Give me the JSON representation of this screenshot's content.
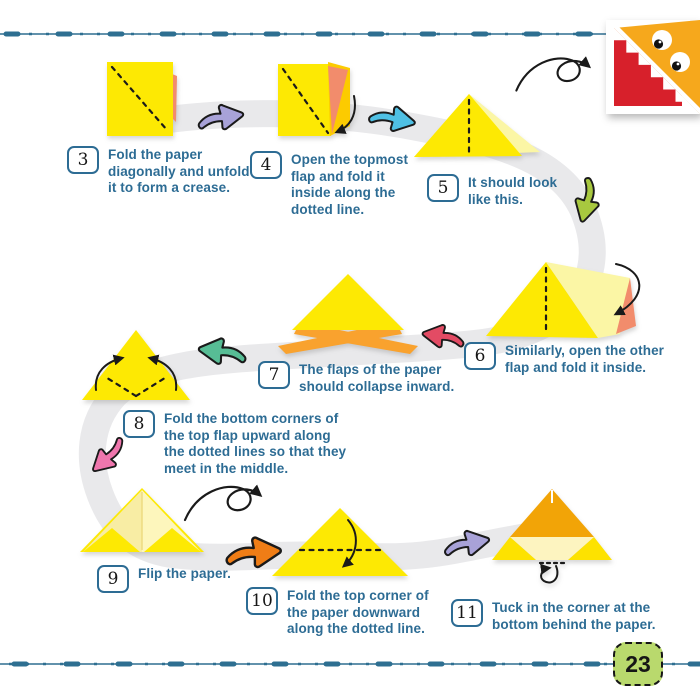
{
  "page": {
    "number": "23",
    "colors": {
      "text_blue": "#2d6c94",
      "stitch_teal": "#2e6f91",
      "paper_yellow": "#fde903",
      "paper_pale_yellow": "#fbf6a5",
      "paper_deep_yellow": "#fccb00",
      "paper_salmon": "#f28c6c",
      "paper_orange": "#f9a22e",
      "paper_gold": "#f2a407",
      "path_gray": "#e9e9eb",
      "page_badge_green": "#b9d96d",
      "monster_red": "#d7202b",
      "monster_orange": "#f6a81c"
    }
  },
  "arrows": {
    "a34": {
      "icon": "arrow-right-icon",
      "color": "#a8a2d8"
    },
    "a45": {
      "icon": "arrow-right-icon",
      "color": "#4fc0e4"
    },
    "loop_top": {
      "icon": "flip-loop-arrow-icon",
      "color": "#1a1a1a"
    },
    "a56": {
      "icon": "arrow-down-icon",
      "color": "#a8c83f"
    },
    "a67": {
      "icon": "arrow-left-icon",
      "color": "#e34b64"
    },
    "a78": {
      "icon": "arrow-left-icon",
      "color": "#57bd95"
    },
    "a89": {
      "icon": "arrow-down-left-icon",
      "color": "#ef76ad"
    },
    "loop_9": {
      "icon": "flip-loop-arrow-icon",
      "color": "#1a1a1a"
    },
    "a910": {
      "icon": "arrow-right-icon",
      "color": "#ef7d16"
    },
    "a1011": {
      "icon": "arrow-right-icon",
      "color": "#a8a2d8"
    }
  },
  "steps": [
    {
      "num": "3",
      "text": "Fold the paper\ndiagonally and unfold\nit to form a crease."
    },
    {
      "num": "4",
      "text": "Open the topmost\nflap and fold it\ninside along the\ndotted line."
    },
    {
      "num": "5",
      "text": "It should look\nlike this."
    },
    {
      "num": "6",
      "text": "Similarly, open the other\nflap and fold it inside."
    },
    {
      "num": "7",
      "text": "The flaps of the paper\nshould collapse inward."
    },
    {
      "num": "8",
      "text": "Fold the bottom corners of\nthe top flap upward along\nthe dotted lines so that they\nmeet in the middle."
    },
    {
      "num": "9",
      "text": "Flip the paper."
    },
    {
      "num": "10",
      "text": "Fold the top corner of\nthe paper downward\nalong the dotted line."
    },
    {
      "num": "11",
      "text": "Tuck in the corner at the\nbottom behind the paper."
    }
  ]
}
